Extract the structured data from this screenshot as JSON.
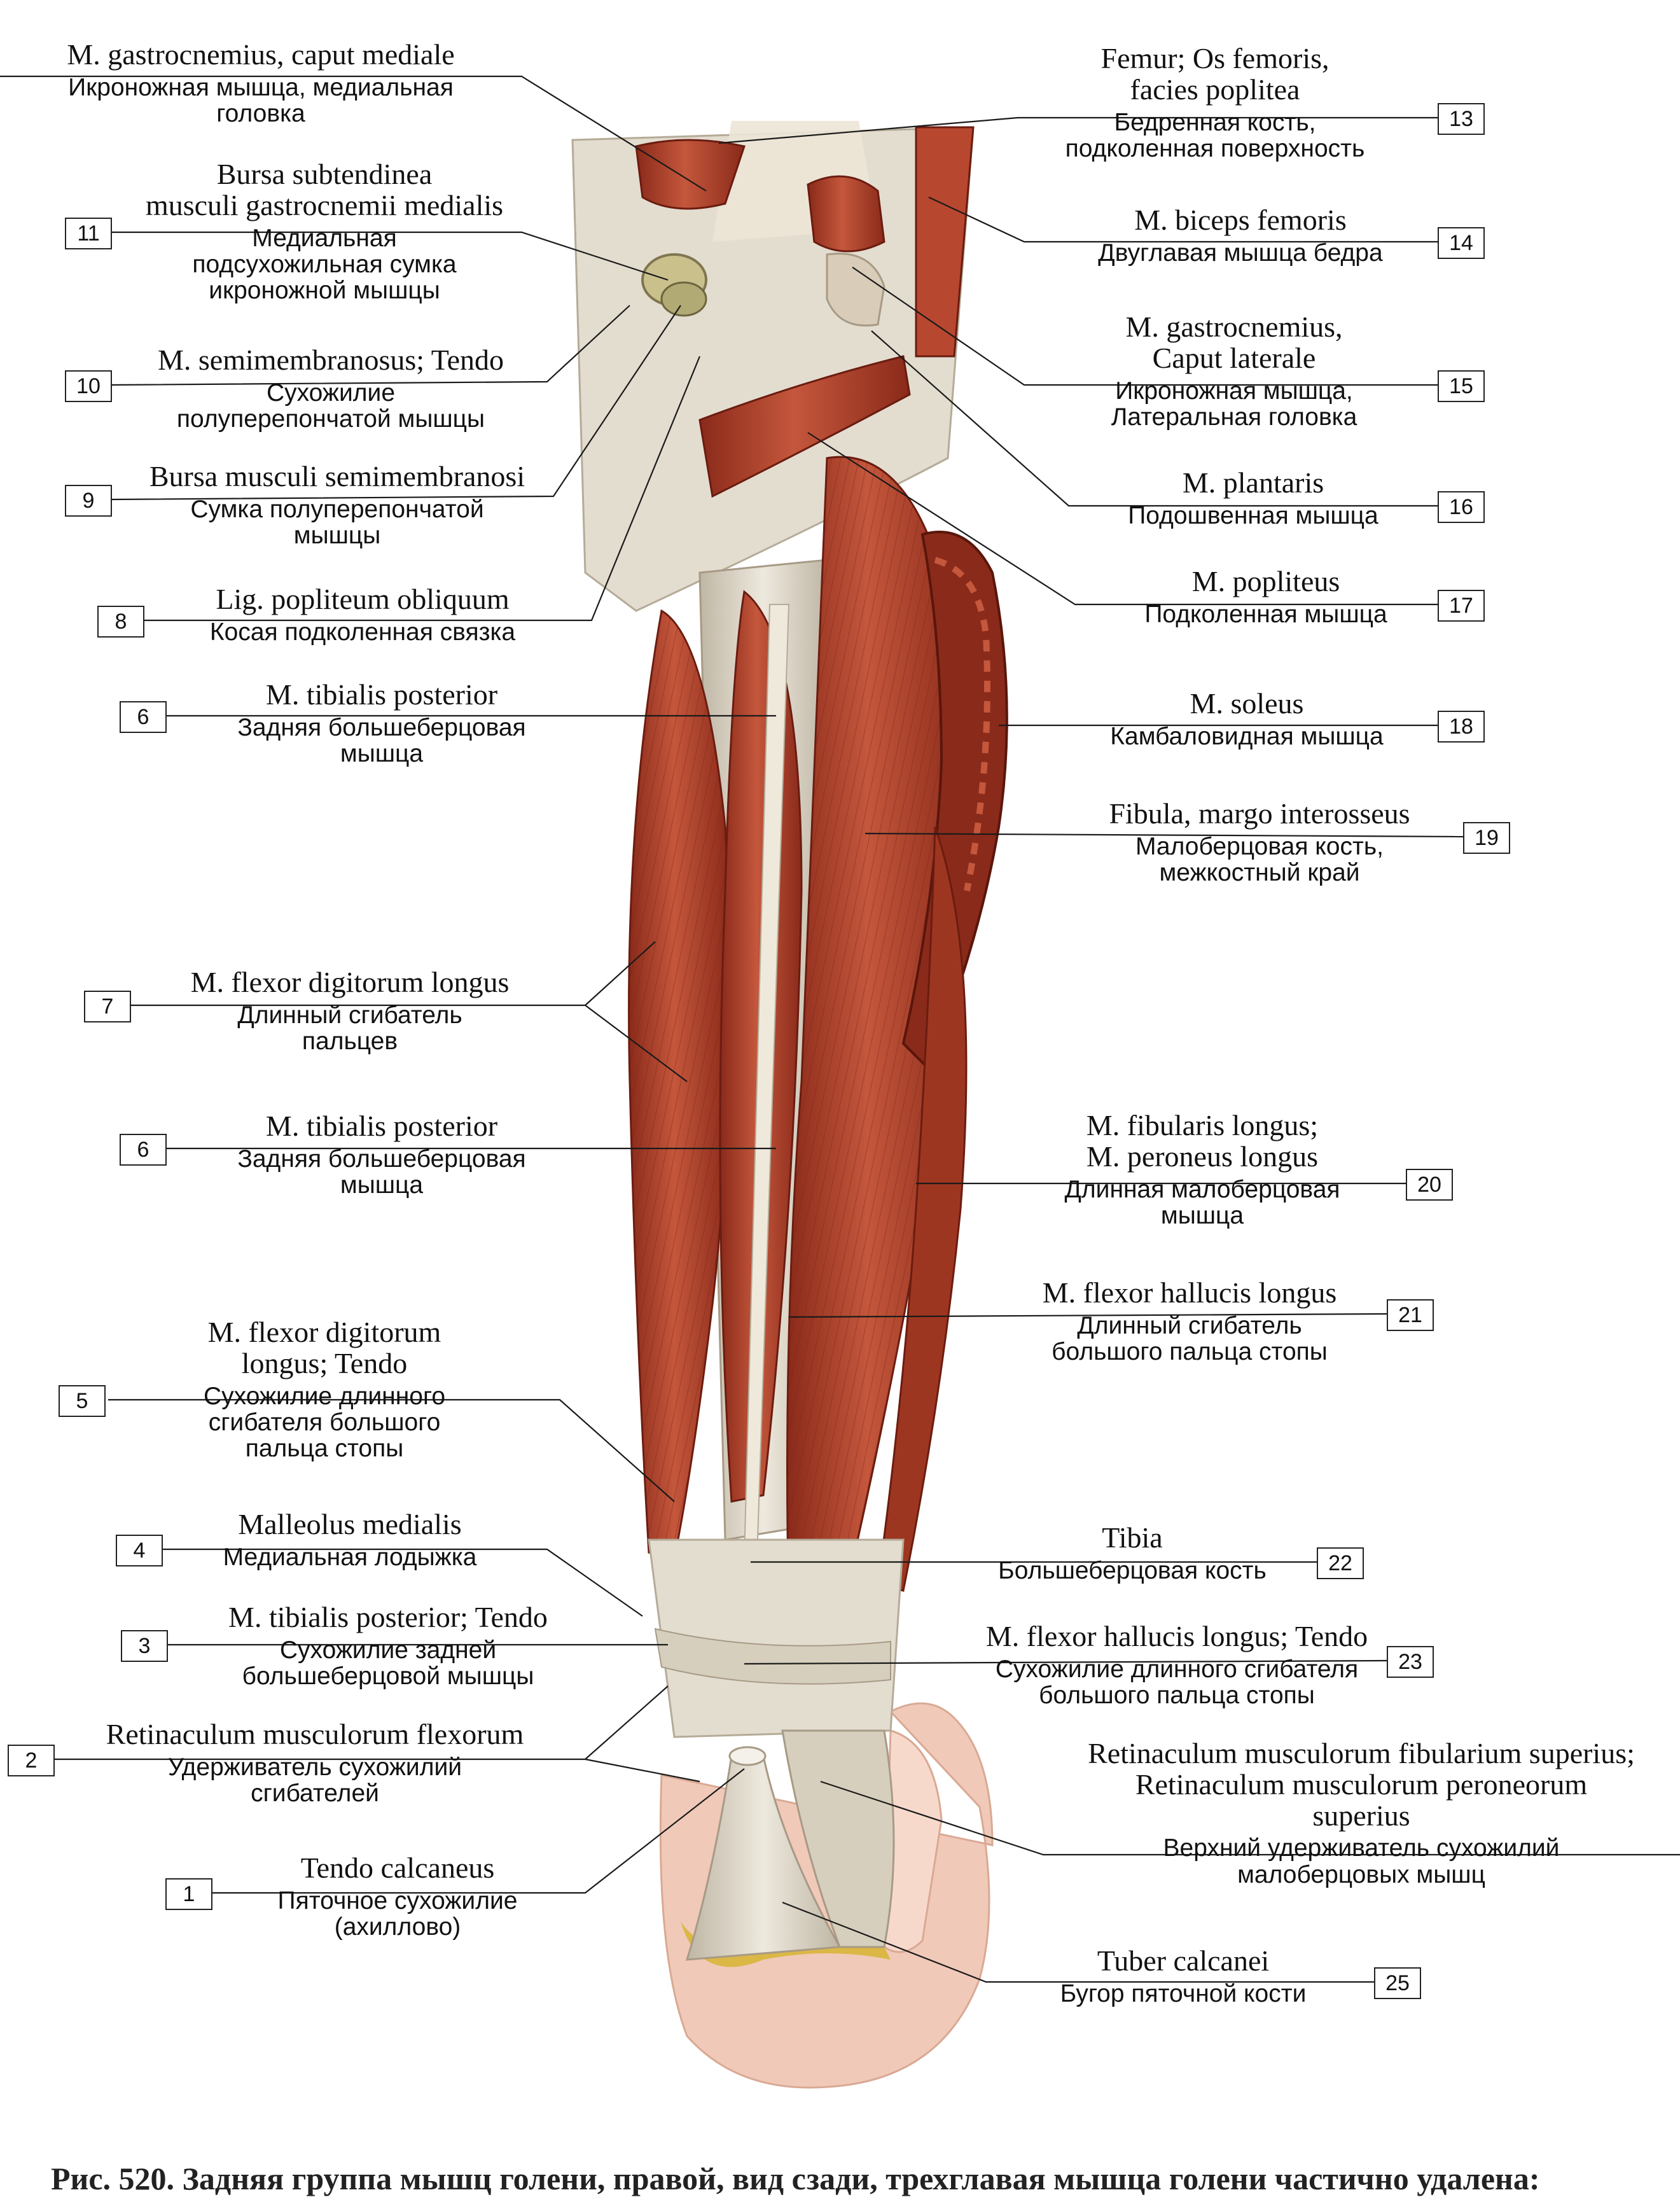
{
  "caption": "Рис. 520. Задняя группа мышц голени, правой, вид сзади, трехглавая мышца голени частично удалена:",
  "colors": {
    "muscle": "#b8472f",
    "muscle_dark": "#8a2a1a",
    "tendon": "#e3ddd0",
    "bone": "#ece6d6",
    "skin": "#f1c9b8",
    "fat": "#d8b53a",
    "leader_line": "#1a1a1a"
  },
  "labels": [
    {
      "id": "gastro-med",
      "num": "",
      "lat": "M. gastrocnemius, caput mediale",
      "ru": "Икроножная мышца, медиальная\nголовка"
    },
    {
      "id": "femur",
      "num": "13",
      "lat": "Femur; Os femoris,\nfacies poplitea",
      "ru": "Бедренная кость,\nподколенная поверхность"
    },
    {
      "id": "biceps",
      "num": "14",
      "lat": "M. biceps femoris",
      "ru": "Двуглавая мышца бедра"
    },
    {
      "id": "bursa-gastro",
      "num": "11",
      "lat": "Bursa subtendinea\nmusculi gastrocnemii medialis",
      "ru": "Медиальная\nподсухожильная сумка\nикроножной мышцы"
    },
    {
      "id": "gastro-lat",
      "num": "15",
      "lat": "M. gastrocnemius,\nCaput laterale",
      "ru": "Икроножная мышца,\nЛатеральная головка"
    },
    {
      "id": "semimem-tendo",
      "num": "10",
      "lat": "M. semimembranosus; Tendo",
      "ru": "Сухожилие\nполуперепончатой мышцы"
    },
    {
      "id": "plantaris",
      "num": "16",
      "lat": "M. plantaris",
      "ru": "Подошвенная мышца"
    },
    {
      "id": "bursa-semimem",
      "num": "9",
      "lat": "Bursa musculi semimembranosi",
      "ru": "Сумка полуперепончатой\nмышцы"
    },
    {
      "id": "popliteus",
      "num": "17",
      "lat": "M. popliteus",
      "ru": "Подколенная мышца"
    },
    {
      "id": "lig-popliteum",
      "num": "8",
      "lat": "Lig. popliteum obliquum",
      "ru": "Косая подколенная связка"
    },
    {
      "id": "tib-post-1",
      "num": "6",
      "lat": "M. tibialis posterior",
      "ru": "Задняя большеберцовая\nмышца"
    },
    {
      "id": "soleus",
      "num": "18",
      "lat": "M. soleus",
      "ru": "Камбаловидная мышца"
    },
    {
      "id": "fibula",
      "num": "19",
      "lat": "Fibula, margo interosseus",
      "ru": "Малоберцовая кость,\nмежкостный край"
    },
    {
      "id": "fdl",
      "num": "7",
      "lat": "M. flexor digitorum longus",
      "ru": "Длинный сгибатель\nпальцев"
    },
    {
      "id": "fib-long",
      "num": "20",
      "lat": "M. fibularis longus;\nM. peroneus longus",
      "ru": "Длинная малоберцовая\nмышца"
    },
    {
      "id": "tib-post-2",
      "num": "6",
      "lat": "M. tibialis posterior",
      "ru": "Задняя большеберцовая\nмышца"
    },
    {
      "id": "fhl",
      "num": "21",
      "lat": "M. flexor hallucis longus",
      "ru": "Длинный сгибатель\nбольшого пальца стопы"
    },
    {
      "id": "fdl-tendo",
      "num": "5",
      "lat": "M. flexor digitorum\nlongus; Tendo",
      "ru": "Сухожилие длинного\nсгибателя большого\nпальца стопы"
    },
    {
      "id": "malleolus",
      "num": "4",
      "lat": "Malleolus medialis",
      "ru": "Медиальная лодыжка"
    },
    {
      "id": "tibia",
      "num": "22",
      "lat": "Tibia",
      "ru": "Большеберцовая кость"
    },
    {
      "id": "tib-post-tendo",
      "num": "3",
      "lat": "M. tibialis posterior; Tendo",
      "ru": "Сухожилие задней\nбольшеберцовой мышцы"
    },
    {
      "id": "fhl-tendo",
      "num": "23",
      "lat": "M. flexor hallucis longus; Tendo",
      "ru": "Сухожилие длинного сгибателя\nбольшого пальца стопы"
    },
    {
      "id": "retin-flex",
      "num": "2",
      "lat": "Retinaculum musculorum flexorum",
      "ru": "Удерживатель сухожилий\nсгибателей"
    },
    {
      "id": "retin-fib",
      "num": "",
      "lat": "Retinaculum musculorum fibularium superius;\nRetinaculum musculorum peroneorum\nsuperius",
      "ru": "Верхний удерживатель сухожилий\nмалоберцовых мышц"
    },
    {
      "id": "tendo-calc",
      "num": "1",
      "lat": "Tendo calcaneus",
      "ru": "Пяточное сухожилие\n(ахиллово)"
    },
    {
      "id": "tuber-calc",
      "num": "25",
      "lat": "Tuber calcanei",
      "ru": "Бугор пяточной кости"
    }
  ]
}
